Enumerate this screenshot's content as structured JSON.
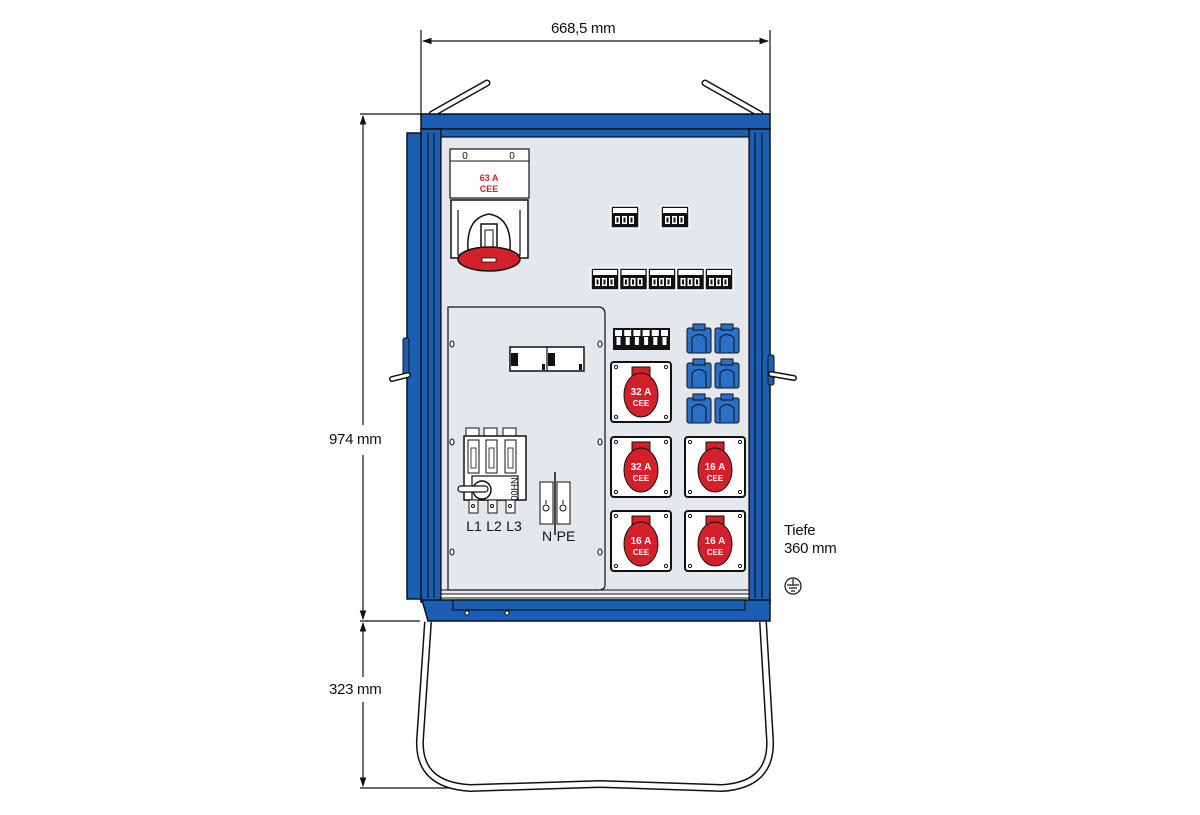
{
  "title": "Stromverteiler Bauzeichnung",
  "dimensions": {
    "width": "668,5 mm",
    "height": "974 mm",
    "stand_height": "323 mm",
    "depth_label": "Tiefe",
    "depth_value": "360 mm"
  },
  "symbols": {
    "earth": "protective-earth-icon"
  },
  "colors": {
    "enclosure_blue": "#1a5fb4",
    "panel_gray": "#e4e8ec",
    "cee_red": "#d4202a",
    "schuko_blue": "#2a6fc9",
    "outline": "#111111"
  },
  "main_inlet": {
    "rating": "63 A",
    "type": "CEE",
    "switch_marks": [
      "0",
      "0"
    ]
  },
  "fuse_switch": {
    "type_label": "NH00",
    "phases": [
      "L1",
      "L2",
      "L3"
    ]
  },
  "neutral_earth": {
    "labels": [
      "N",
      "PE"
    ]
  },
  "cee_outlets": [
    {
      "rating": "32 A",
      "type": "CEE"
    },
    {
      "rating": "32 A",
      "type": "CEE"
    },
    {
      "rating": "16 A",
      "type": "CEE"
    },
    {
      "rating": "16 A",
      "type": "CEE"
    },
    {
      "rating": "16 A",
      "type": "CEE"
    }
  ],
  "schuko_outlets": {
    "count": 6
  },
  "breakers": {
    "rcd_top_count": 2,
    "mcb_row_count": 5,
    "mcb_small_count": 6
  }
}
